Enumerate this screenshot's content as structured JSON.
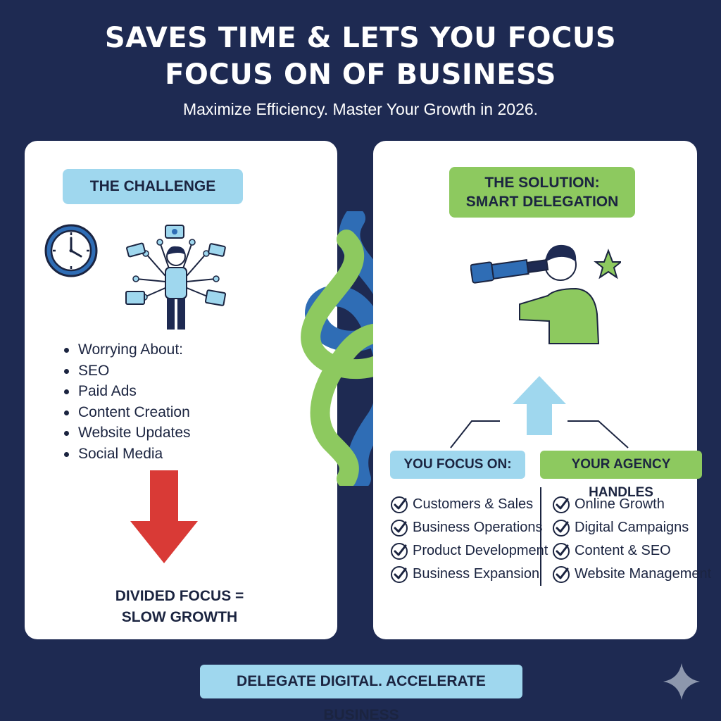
{
  "header": {
    "title_line1": "SAVES TIME & LETS YOU FOCUS",
    "title_line2": "FOCUS ON OF BUSINESS",
    "subtitle": "Maximize Efficiency. Master Your Growth in 2026."
  },
  "challenge": {
    "heading": "THE CHALLENGE",
    "items": [
      "Worrying About:",
      "SEO",
      "Paid Ads",
      "Content Creation",
      "Website Updates",
      "Social Media"
    ],
    "result_line1": "DIVIDED FOCUS =",
    "result_line2": "SLOW GROWTH"
  },
  "solution": {
    "heading_line1": "THE SOLUTION:",
    "heading_line2": "SMART DELEGATION",
    "you_focus": {
      "heading": "YOU FOCUS ON:",
      "items": [
        "Customers & Sales",
        "Business Operations",
        "Product Development",
        "Business Expansion"
      ]
    },
    "agency": {
      "heading": "YOUR AGENCY HANDLES",
      "items": [
        "Online Growth",
        "Digital Campaigns",
        "Content & SEO",
        "Website Management"
      ]
    }
  },
  "footer": {
    "tagline": "DELEGATE DIGITAL. ACCELERATE BUSINESS"
  },
  "colors": {
    "background": "#1e2a52",
    "light_blue": "#9fd7ee",
    "green": "#8dc95f",
    "blue": "#2f6db5",
    "red": "#d93a36"
  }
}
